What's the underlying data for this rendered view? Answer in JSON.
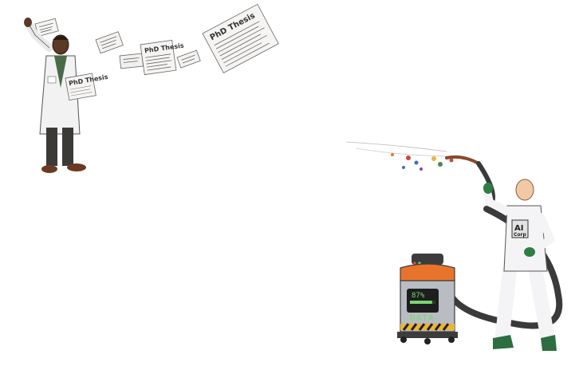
{
  "paper_label": "PhD Thesis",
  "badge": {
    "line1": "AI",
    "line2": "Corp"
  },
  "vacuum": {
    "progress_text": "87%",
    "progress": 0.87,
    "label": "DATA"
  },
  "colors": {
    "lab_coat": "#f2f2f2",
    "skin_dark": "#5a3a26",
    "hazmat_suit": "#f4f4f6",
    "gloves": "#2f7d45",
    "boots": "#2b6e3f",
    "hose": "#3a3a3a",
    "vacuum_orange": "#e8742c",
    "vacuum_drum": "#b9bcc2",
    "screen_green": "#79d86f"
  }
}
